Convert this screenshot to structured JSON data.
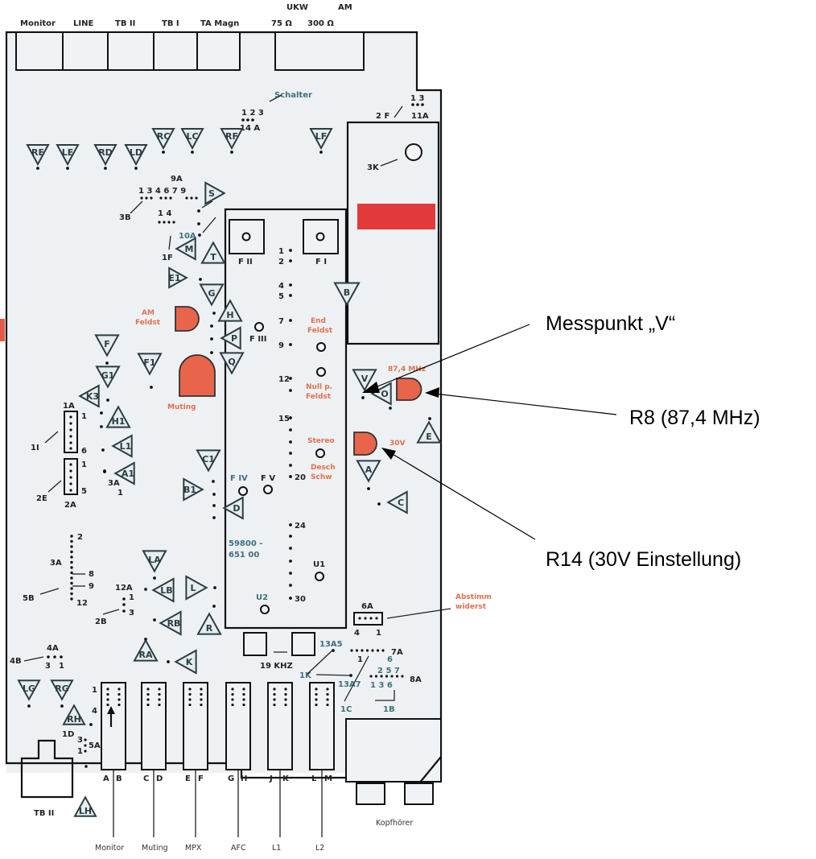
{
  "top_connectors": [
    {
      "id": "monitor",
      "label": "Monitor"
    },
    {
      "id": "line",
      "label": "LINE"
    },
    {
      "id": "tb2",
      "label": "TB II"
    },
    {
      "id": "tb1",
      "label": "TB I"
    },
    {
      "id": "ta-magn",
      "label": "TA Magn"
    },
    {
      "id": "ukw",
      "label": "75 Ω   300 Ω",
      "header": "UKW",
      "header2": "AM"
    }
  ],
  "top_labels": {
    "ukw": "UKW",
    "am": "AM",
    "ohm75": "75 Ω",
    "ohm300": "300 Ω"
  },
  "switch_label": "Schalter",
  "switch_pins": "1 2 3",
  "switch_ref": "14 A",
  "pin_2f": "2 F",
  "pin_11a": "11A",
  "pin_11a_nums": "1   3",
  "pin_3k": "3K",
  "test_points": {
    "row1": [
      "RE",
      "LE",
      "RD",
      "LD",
      "RC",
      "LC",
      "RF",
      "LF"
    ],
    "S": "S",
    "M": "M",
    "T": "T",
    "E1": "E1",
    "G": "G",
    "H": "H",
    "P": "P",
    "Q": "Q",
    "F": "F",
    "F1": "F1",
    "G1": "G1",
    "K3": "K3",
    "H1": "H1",
    "L1": "L1",
    "A1": "A1",
    "C1": "C1",
    "B1": "B1",
    "D": "D",
    "B": "B",
    "V": "V",
    "O": "O",
    "E": "E",
    "A": "A",
    "C": "C",
    "LA": "LA",
    "LB": "LB",
    "L": "L",
    "RB": "RB",
    "R": "R",
    "RA": "RA",
    "K": "K",
    "LG": "LG",
    "RG": "RG",
    "RH": "RH",
    "LH": "LH"
  },
  "header_9a": "9A",
  "header_9a_pins": "1  3 4  6 7  9",
  "header_3b": "3B",
  "header_10a": "10A",
  "header_10a_pins": "1   4",
  "header_1f": "1F",
  "module": {
    "fii": "F II",
    "fi": "F I",
    "fiii": "F III",
    "fiv": "F IV",
    "fv": "F V",
    "u1": "U1",
    "u2": "U2",
    "part_no_1": "59800 -",
    "part_no_2": "651 00",
    "pins": [
      "1",
      "2",
      "4",
      "5",
      "7",
      "9",
      "12",
      "15",
      "20",
      "24",
      "30"
    ]
  },
  "red_labels": {
    "am_feldst_1": "AM",
    "am_feldst_2": "Feldst",
    "muting": "Muting",
    "end_feldst_1": "End",
    "end_feldst_2": "Feldst",
    "null_feldst_1": "Null p.",
    "null_feldst_2": "Feldst",
    "stereo": "Stereo",
    "desch_1": "Desch",
    "desch_2": "Schw",
    "mhz": "87,4 MHz",
    "v30": "30V",
    "abstimm_1": "Abstimm",
    "abstimm_2": "widerst"
  },
  "left_connectors": {
    "c1a": "1A",
    "c1a_top": "1",
    "c1a_bot": "6",
    "c1i": "1I",
    "c2e": "2E",
    "c2a": "2A",
    "c2a_top": "1",
    "c2a_bot": "5",
    "c3a": "3A",
    "c3a_pin": "1"
  },
  "strip_5b": {
    "label_3a": "3A",
    "label_5b": "5B",
    "p2": "2",
    "p8": "8",
    "p9": "9",
    "p12": "12"
  },
  "header_12a": {
    "label": "12A",
    "p1": "1",
    "p3": "3",
    "ref": "2B"
  },
  "header_4a": {
    "label": "4A",
    "ref": "4B",
    "p3": "3",
    "p1": "1"
  },
  "header_6a": {
    "label": "6A",
    "p4": "4",
    "p1": "1"
  },
  "khz": "19 KHZ",
  "header_7a": {
    "label": "7A",
    "p1": "1",
    "p6": "6",
    "ref_13a5": "13A5"
  },
  "header_8a": {
    "label": "8A",
    "top": "2  5  7",
    "bot": "1  3  6",
    "ref_13a7": "13A7",
    "ref_1k": "1K",
    "ref_1c": "1C",
    "ref_1b": "1B"
  },
  "bottom_pins": {
    "p1": "1",
    "p4": "4",
    "p1d": "1D",
    "p3": "3",
    "p5a": "5A",
    "p1b": "1",
    "letters": [
      "A",
      "B",
      "C",
      "D",
      "E",
      "F",
      "G",
      "H",
      "J",
      "K",
      "L",
      "M"
    ]
  },
  "tb2_bottom": "TB II",
  "kopfhorer": "Kopfhörer",
  "bottom_outputs": [
    "Monitor",
    "Muting",
    "MPX",
    "AFC",
    "L1",
    "L2"
  ],
  "annotations": [
    {
      "id": "messpunkt-v",
      "text": "Messpunkt „V“"
    },
    {
      "id": "r8",
      "text": "R8 (87,4 MHz)"
    },
    {
      "id": "r14",
      "text": "R14  (30V Einstellung)"
    }
  ],
  "colors": {
    "trimmer": "#e8644a",
    "red_label_block": "#e23a3a",
    "red_text": "#e0704f",
    "blue_text": "#3f6f7f"
  }
}
